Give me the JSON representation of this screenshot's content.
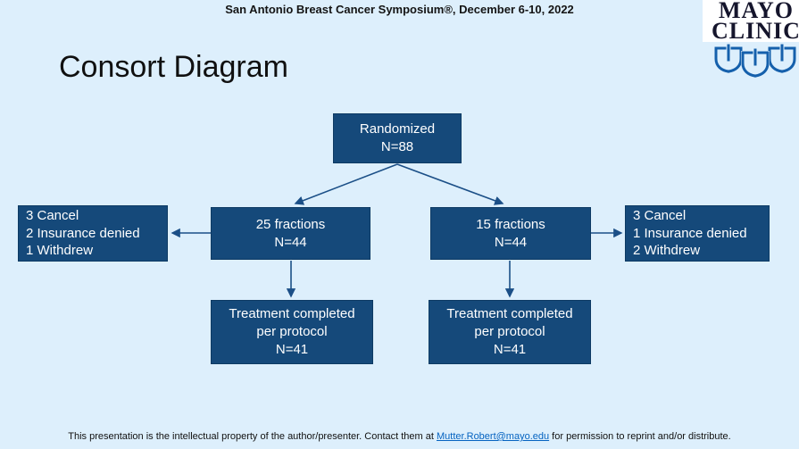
{
  "header": {
    "symposium": "San Antonio Breast Cancer Symposium®, December 6-10, 2022"
  },
  "logo": {
    "line1": "MAYO",
    "line2": "CLINIC",
    "shields_icon": "mayo-three-shields-icon"
  },
  "title": "Consort Diagram",
  "flowchart": {
    "randomized": {
      "line1": "Randomized",
      "line2": "N=88"
    },
    "arm_left": {
      "line1": "25 fractions",
      "line2": "N=44"
    },
    "arm_right": {
      "line1": "15 fractions",
      "line2": "N=44"
    },
    "dropout_left": {
      "line1": "3 Cancel",
      "line2": "2 Insurance denied",
      "line3": "1 Withdrew"
    },
    "dropout_right": {
      "line1": "3 Cancel",
      "line2": "1 Insurance denied",
      "line3": "2 Withdrew"
    },
    "completed_left": {
      "line1": "Treatment completed",
      "line2": "per protocol",
      "line3": "N=41"
    },
    "completed_right": {
      "line1": "Treatment completed",
      "line2": "per protocol",
      "line3": "N=41"
    }
  },
  "footer": {
    "prefix": "This presentation is the intellectual property of the author/presenter. Contact them at ",
    "link": "Mutter.Robert@mayo.edu",
    "suffix": " for permission to reprint and/or distribute."
  },
  "colors": {
    "background": "#ddeffc",
    "box_fill": "#15497a",
    "box_border": "#0d3a63",
    "arrow": "#1b4f87",
    "link": "#0563c1",
    "shield_blue": "#1560ac"
  }
}
